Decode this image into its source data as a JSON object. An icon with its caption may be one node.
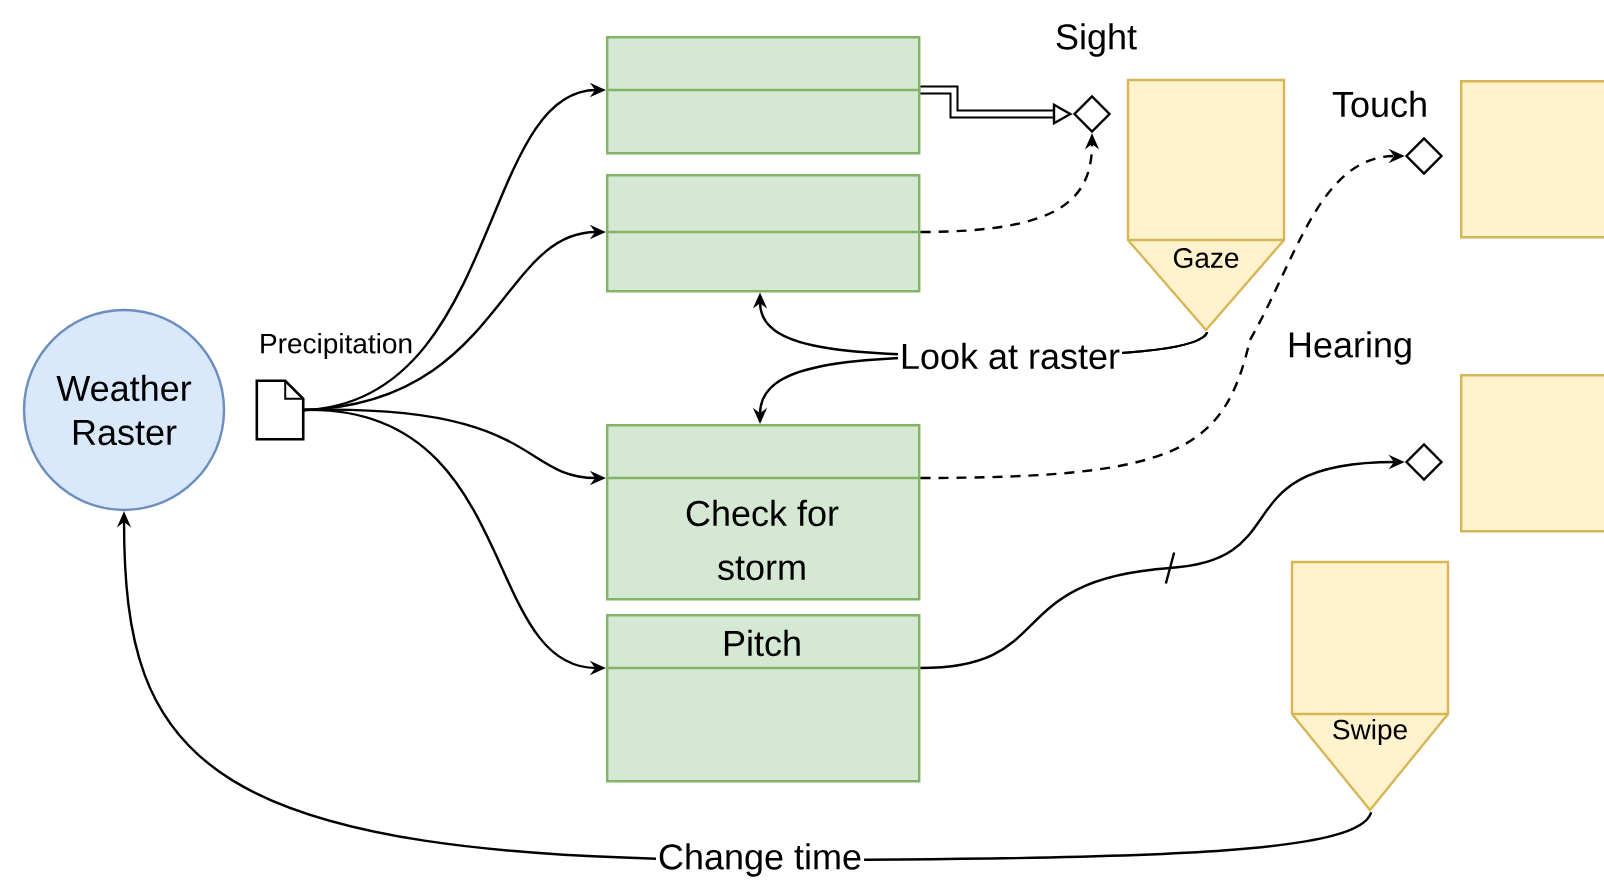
{
  "diagram": {
    "nodes": [
      {
        "text": [
          "Weather Raster"
        ]
      },
      {
        "text": [
          "Precipitation"
        ]
      },
      {
        "text": [],
        "shape": "box"
      },
      {
        "text": [],
        "shape": "box"
      },
      {
        "text": [
          "Check for storm"
        ]
      },
      {
        "text": [
          "Pitch"
        ]
      },
      {
        "text": [
          "Sight"
        ]
      },
      {
        "text": [
          "Gaze"
        ]
      },
      {
        "text": [
          "Touch"
        ]
      },
      {
        "text": [],
        "shape": "box"
      },
      {
        "text": [
          "Hearing"
        ]
      },
      {
        "text": [],
        "shape": "box"
      },
      {
        "text": [
          "Swipe"
        ]
      }
    ],
    "edges": [
      {
        "from": 1,
        "to": 2,
        "arrow": "to"
      },
      {
        "from": 1,
        "to": 3,
        "arrow": "to"
      },
      {
        "from": 1,
        "to": 4,
        "arrow": "to"
      },
      {
        "from": 1,
        "to": 5,
        "arrow": "to"
      },
      {
        "from": 2,
        "to": 6,
        "arrow": "to",
        "style": "thick"
      },
      {
        "from": 3,
        "to": 6,
        "arrow": "to",
        "style": "dashed"
      },
      {
        "from": 4,
        "to": 8,
        "arrow": "to",
        "style": "dashed"
      },
      {
        "from": 5,
        "to": 10,
        "arrow": "to"
      },
      {
        "from": 7,
        "to": 3,
        "arrow": "to",
        "label": "Look at raster"
      },
      {
        "from": 7,
        "to": 4,
        "arrow": "to"
      },
      {
        "from": 12,
        "to": 0,
        "arrow": "to",
        "label": "Change time"
      }
    ]
  }
}
